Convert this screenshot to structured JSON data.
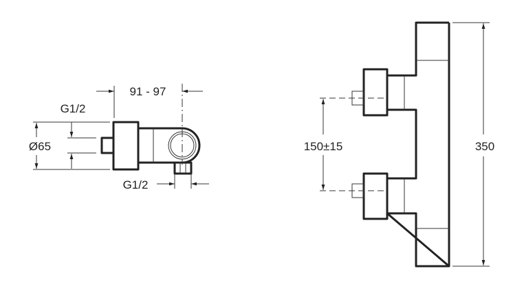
{
  "side_view": {
    "dim_depth": "91 - 97",
    "dim_inlet_thread": "G1/2",
    "dim_diameter": "Ø65",
    "dim_outlet_thread": "G1/2"
  },
  "front_view": {
    "dim_inlet_spacing": "150±15",
    "dim_height": "350"
  }
}
